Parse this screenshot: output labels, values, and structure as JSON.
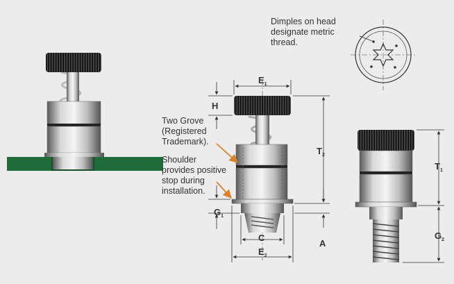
{
  "annotations": {
    "dimples": [
      "Dimples on head",
      "designate metric",
      "thread."
    ],
    "two_grove": [
      "Two Grove",
      "(Registered",
      "Trademark)."
    ],
    "shoulder": [
      "Shoulder",
      "provides positive",
      "stop during",
      "installation."
    ]
  },
  "dimensions": {
    "H": "H",
    "E1": "E",
    "E1_sub": "1",
    "T2": "T",
    "T2_sub": "2",
    "G1": "G",
    "G1_sub": "1",
    "C": "C",
    "E2": "E",
    "E2_sub": "2",
    "A": "A",
    "T1": "T",
    "T1_sub": "1",
    "G2": "G",
    "G2_sub": "2"
  },
  "colors": {
    "background": "#ececec",
    "panel_green": "#1f6b3a",
    "leader_orange": "#d9822b",
    "metal_light": "#e8e8e8",
    "metal_dark": "#555555",
    "knob": "#2a2a2a"
  }
}
